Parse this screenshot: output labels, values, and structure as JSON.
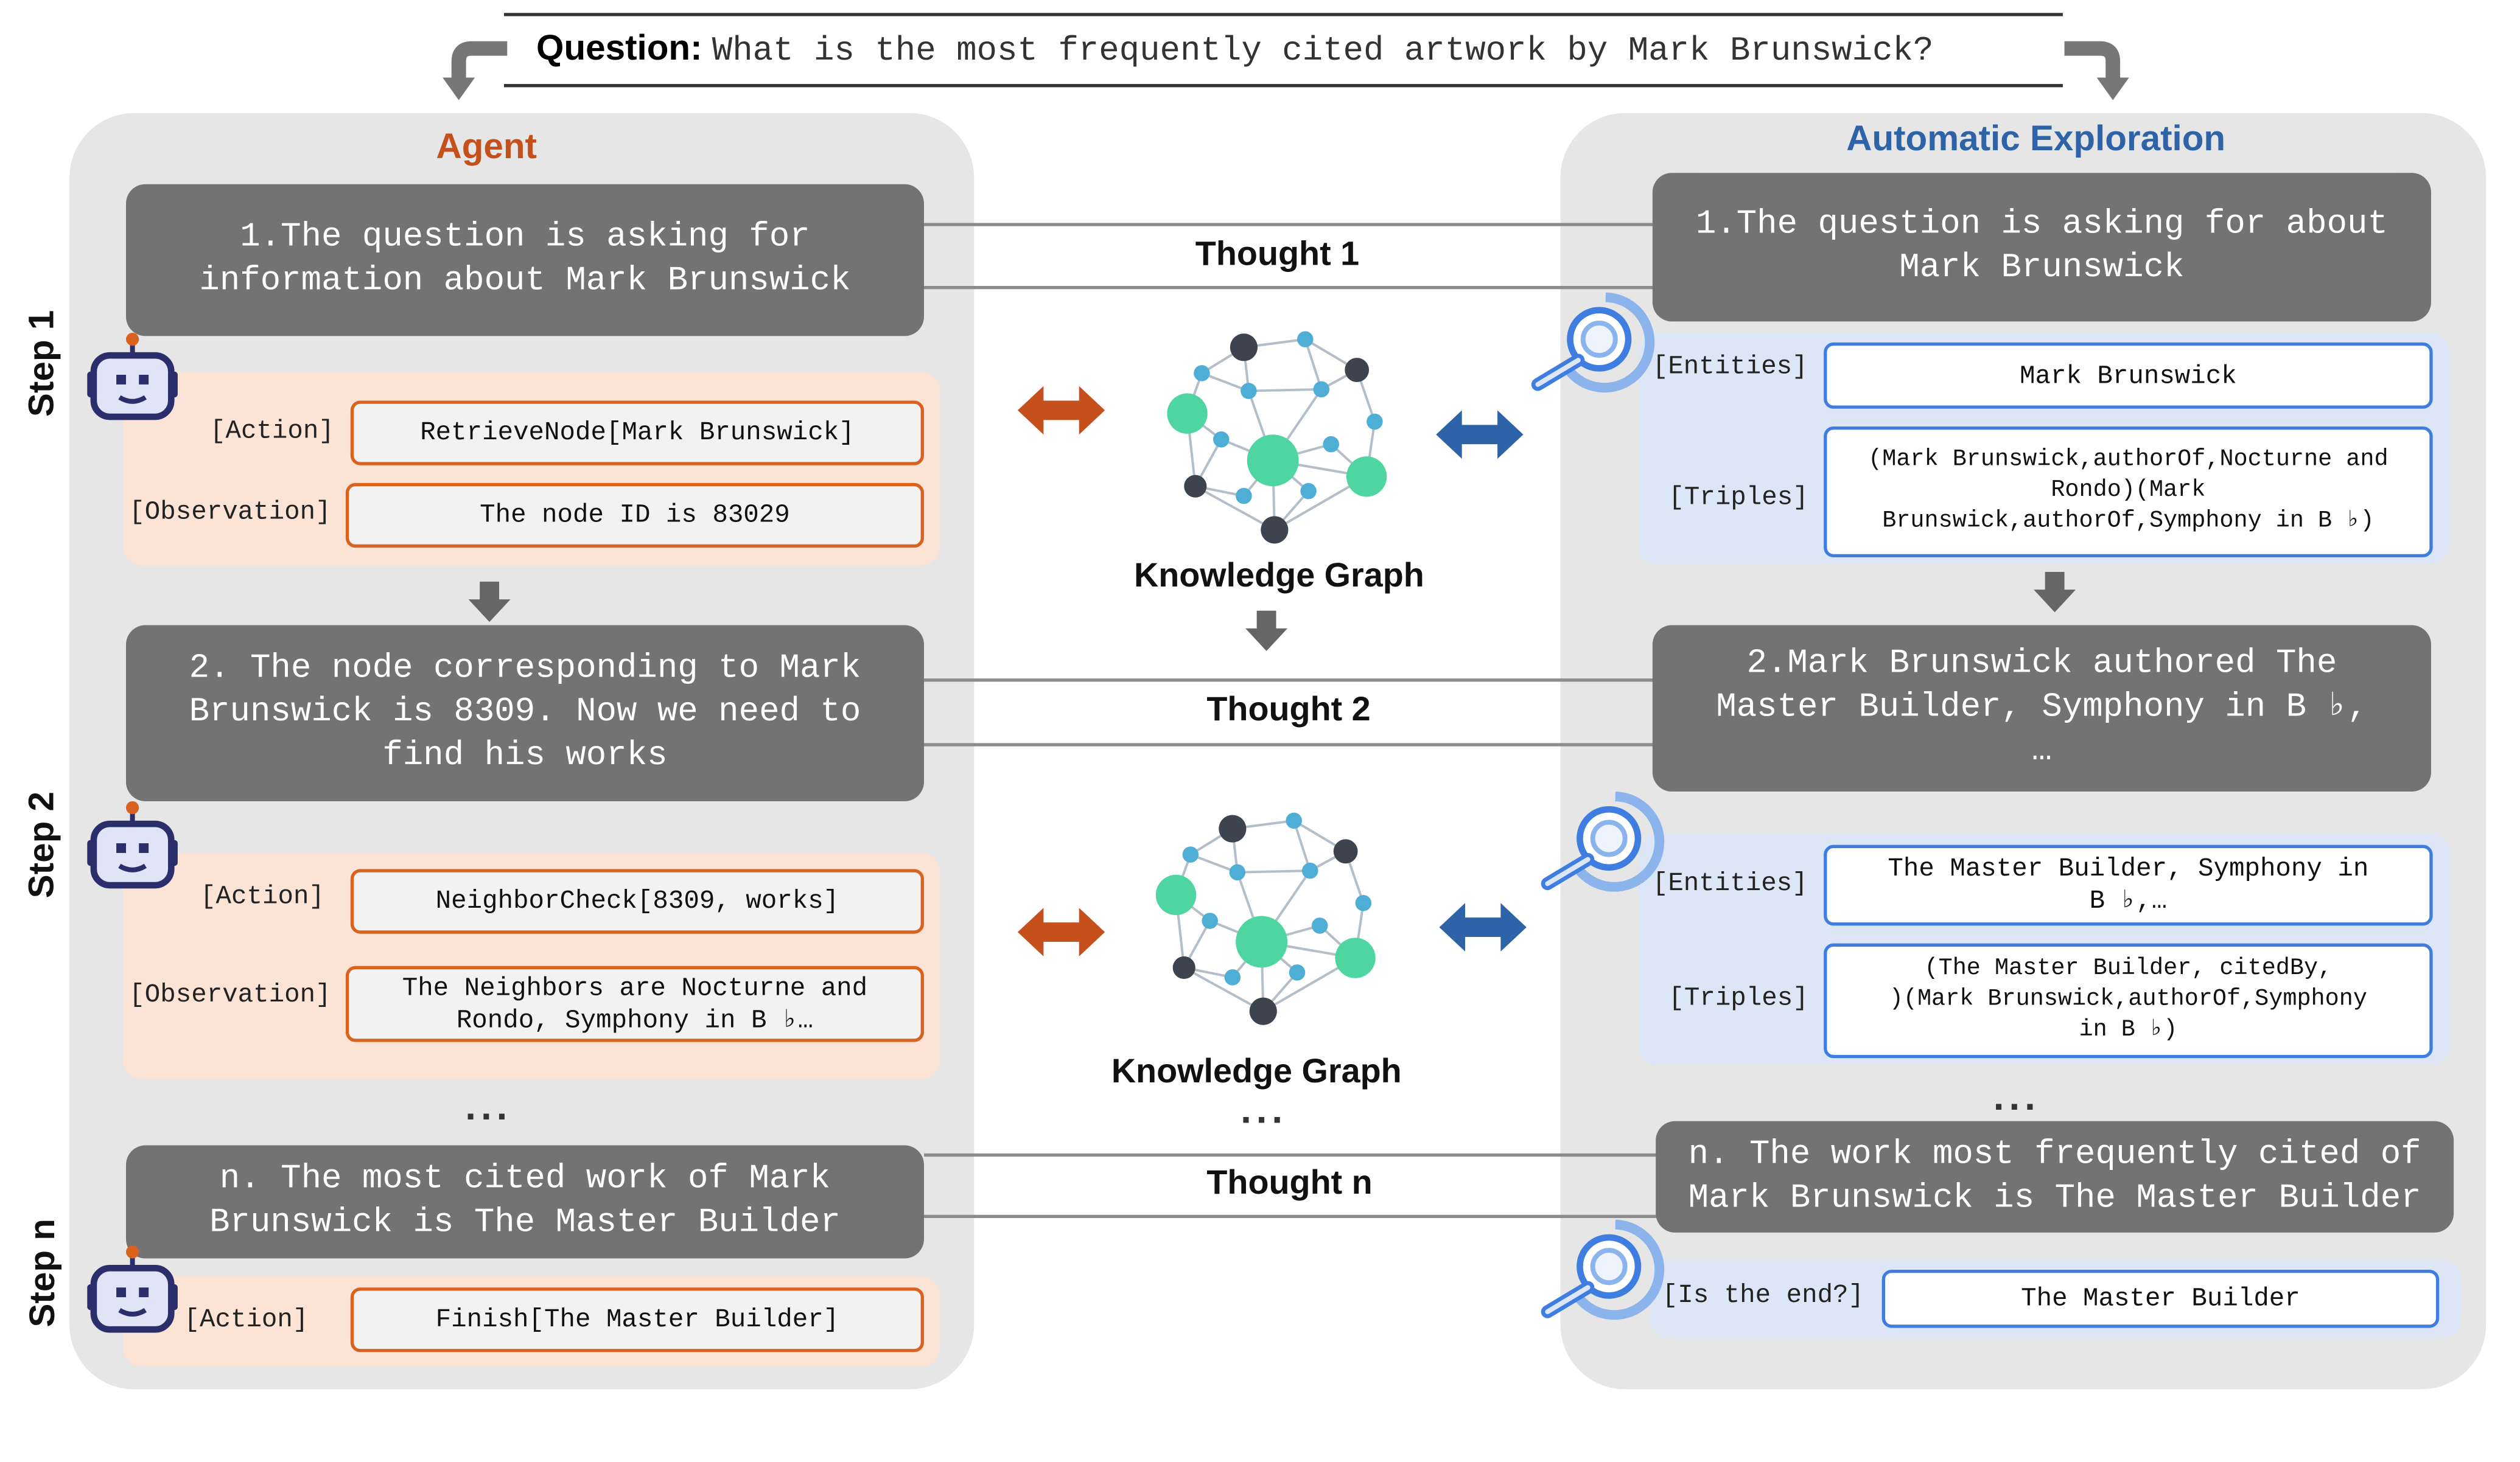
{
  "question": {
    "label": "Question:",
    "text": "What is the most frequently cited artwork by Mark Brunswick?"
  },
  "agent": {
    "title": "Agent",
    "steps": [
      {
        "thought": "1.The question is asking for\ninformation about Mark Brunswick",
        "action_label": "[Action]",
        "action": "RetrieveNode[Mark Brunswick]",
        "observation_label": "[Observation]",
        "observation": "The node ID is 83029"
      },
      {
        "thought": "2. The node corresponding to Mark\nBrunswick is 8309. Now we need to\nfind his works",
        "action_label": "[Action]",
        "action": "NeighborCheck[8309, works]",
        "observation_label": "[Observation]",
        "observation": "The Neighbors are Nocturne and\nRondo, Symphony in B ♭…"
      },
      {
        "thought": "n. The most cited work of Mark\nBrunswick is The Master Builder",
        "action_label": "[Action]",
        "action": "Finish[The Master Builder]"
      }
    ]
  },
  "exploration": {
    "title": "Automatic Exploration",
    "steps": [
      {
        "thought": "1.The question is asking for about\nMark Brunswick",
        "entities_label": "[Entities]",
        "entities": "Mark Brunswick",
        "triples_label": "[Triples]",
        "triples": "(Mark Brunswick,authorOf,Nocturne and\nRondo)(Mark\nBrunswick,authorOf,Symphony in B ♭)"
      },
      {
        "thought": "2.Mark Brunswick authored The\nMaster Builder, Symphony in B ♭,\n…",
        "entities_label": "[Entities]",
        "entities": "The Master Builder, Symphony in\nB ♭,…",
        "triples_label": "[Triples]",
        "triples": "(The Master Builder, citedBy,\n)(Mark Brunswick,authorOf,Symphony\nin B ♭)"
      },
      {
        "thought": "n. The work most frequently cited of\nMark Brunswick is The Master Builder",
        "end_label": "[Is the end?]",
        "end": "The Master Builder"
      }
    ]
  },
  "middle": {
    "thought_labels": [
      "Thought 1",
      "Thought 2",
      "Thought n"
    ],
    "kg_label": "Knowledge Graph",
    "ellipsis": "..."
  },
  "steps": [
    "Step 1",
    "Step 2",
    "Step n"
  ],
  "colors": {
    "agent_title": "#c5501c",
    "exploration_title": "#2e63a8",
    "orange_arrow": "#c5501c",
    "blue_arrow": "#2e63a8",
    "thought_bg": "#737373"
  },
  "icons": {
    "robot": "robot-icon",
    "magnifier": "magnifier-search-icon",
    "knowledge_graph": "knowledge-graph-icon"
  }
}
